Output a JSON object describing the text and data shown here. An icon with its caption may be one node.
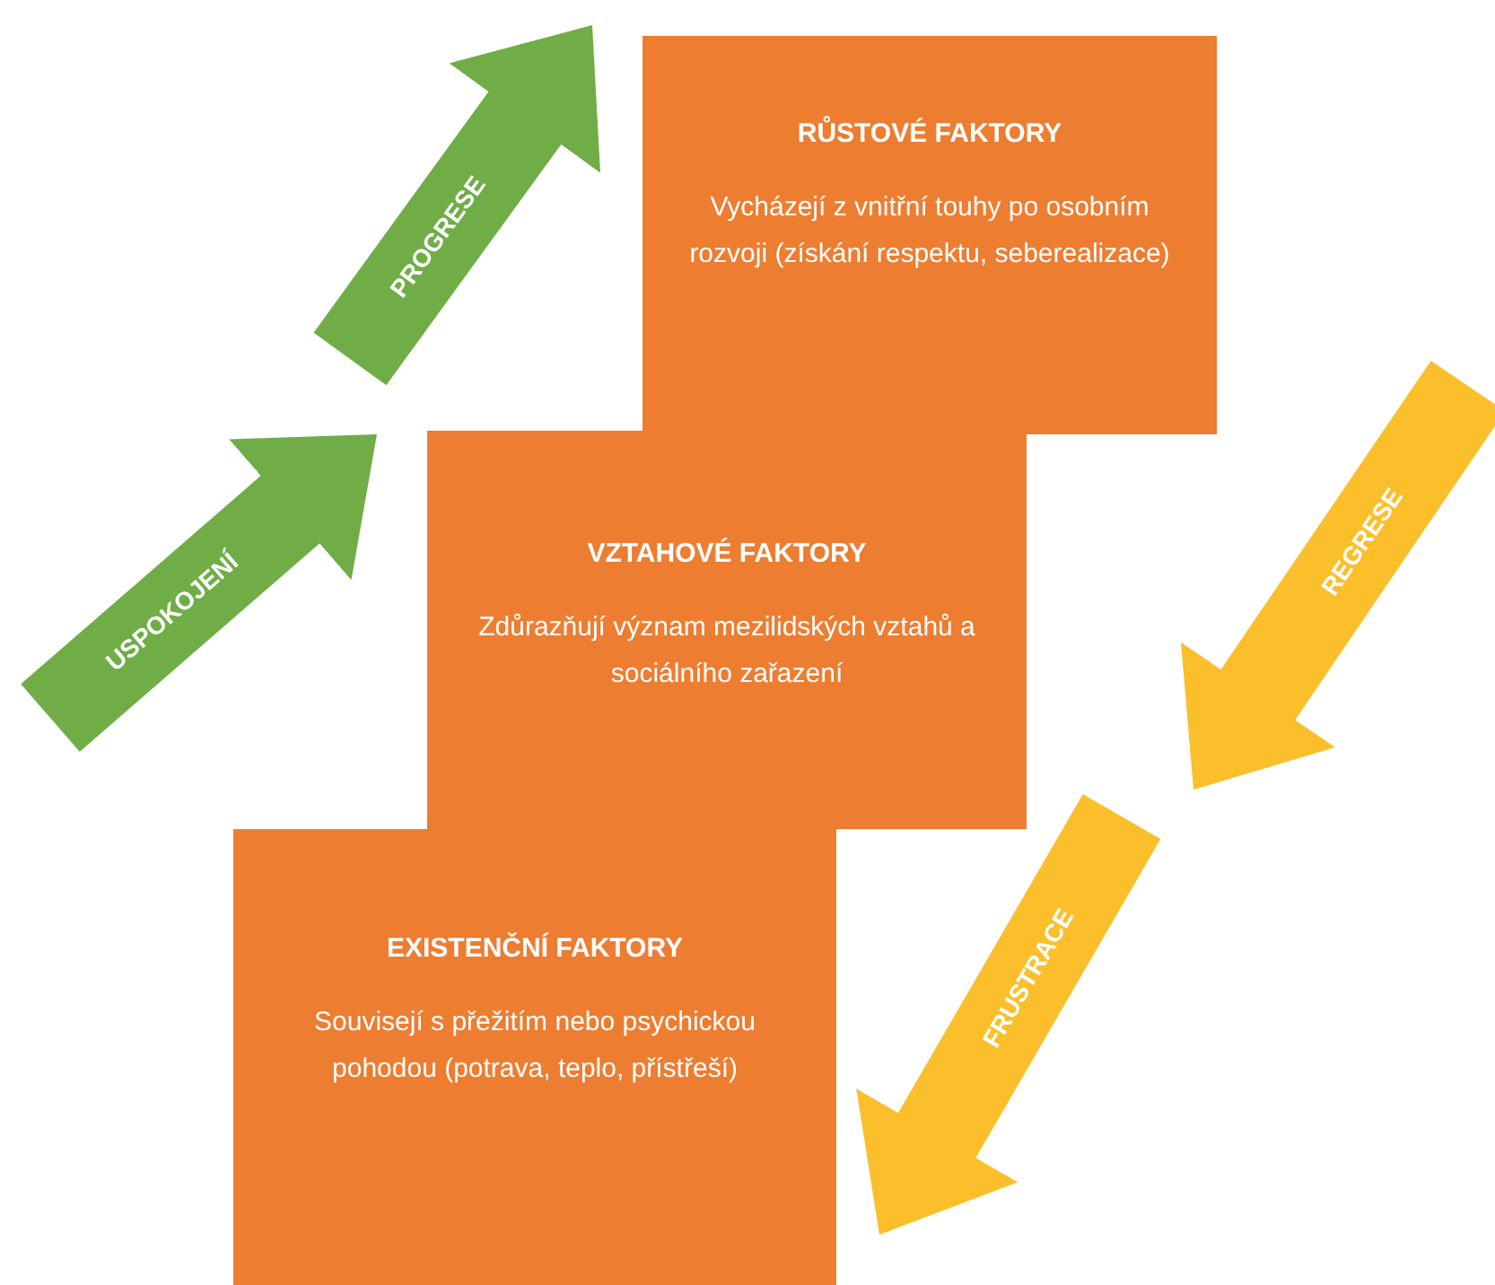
{
  "diagram": {
    "nodes": [
      {
        "text": [
          "RŮSTOVÉ FAKTORY",
          "Vycházejí z vnitřní touhy po osobním rozvoji (získání respektu, seberealizace)"
        ]
      },
      {
        "text": [
          "VZTAHOVÉ FAKTORY",
          "Zdůrazňují význam mezilidských vztahů a sociálního zařazení"
        ]
      },
      {
        "text": [
          "EXISTENČNÍ FAKTORY",
          "Souvisejí s přežitím nebo psychickou pohodou (potrava, teplo, přístřeší)"
        ]
      }
    ],
    "edges": [
      {
        "from": null,
        "to": 0,
        "arrow": "to",
        "label": "PROGRESE",
        "color": "#70ad47"
      },
      {
        "from": null,
        "to": 1,
        "arrow": "to",
        "label": "USPOKOJENÍ",
        "color": "#70ad47"
      },
      {
        "from": null,
        "to": 1,
        "arrow": "to",
        "label": "REGRESE",
        "color": "#fbbf2c"
      },
      {
        "from": null,
        "to": 2,
        "arrow": "to",
        "label": "FRUSTRACE",
        "color": "#fbbf2c"
      }
    ]
  }
}
